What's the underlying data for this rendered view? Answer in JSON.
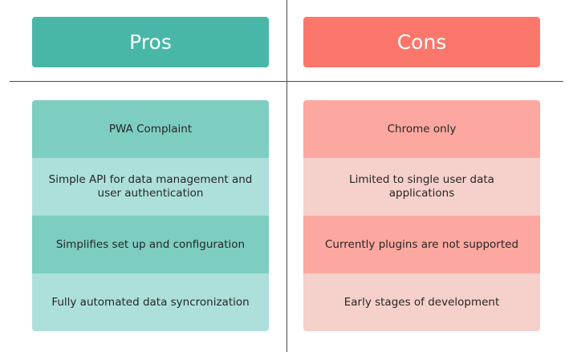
{
  "pros": {
    "title": "Pros",
    "items": [
      "PWA Complaint",
      "Simple API for data management and user authentication",
      "Simplifies set up and configuration",
      "Fully automated data syncronization"
    ]
  },
  "cons": {
    "title": "Cons",
    "items": [
      "Chrome only",
      "Limited to single user data applications",
      "Currently plugins are not supported",
      "Early stages of development"
    ]
  },
  "colors": {
    "pros_header": "#48b7a8",
    "pros_dark": "#7ecdc1",
    "pros_light": "#ade0da",
    "cons_header": "#fb776b",
    "cons_dark": "#fca8a0",
    "cons_light": "#f6d0ca"
  }
}
